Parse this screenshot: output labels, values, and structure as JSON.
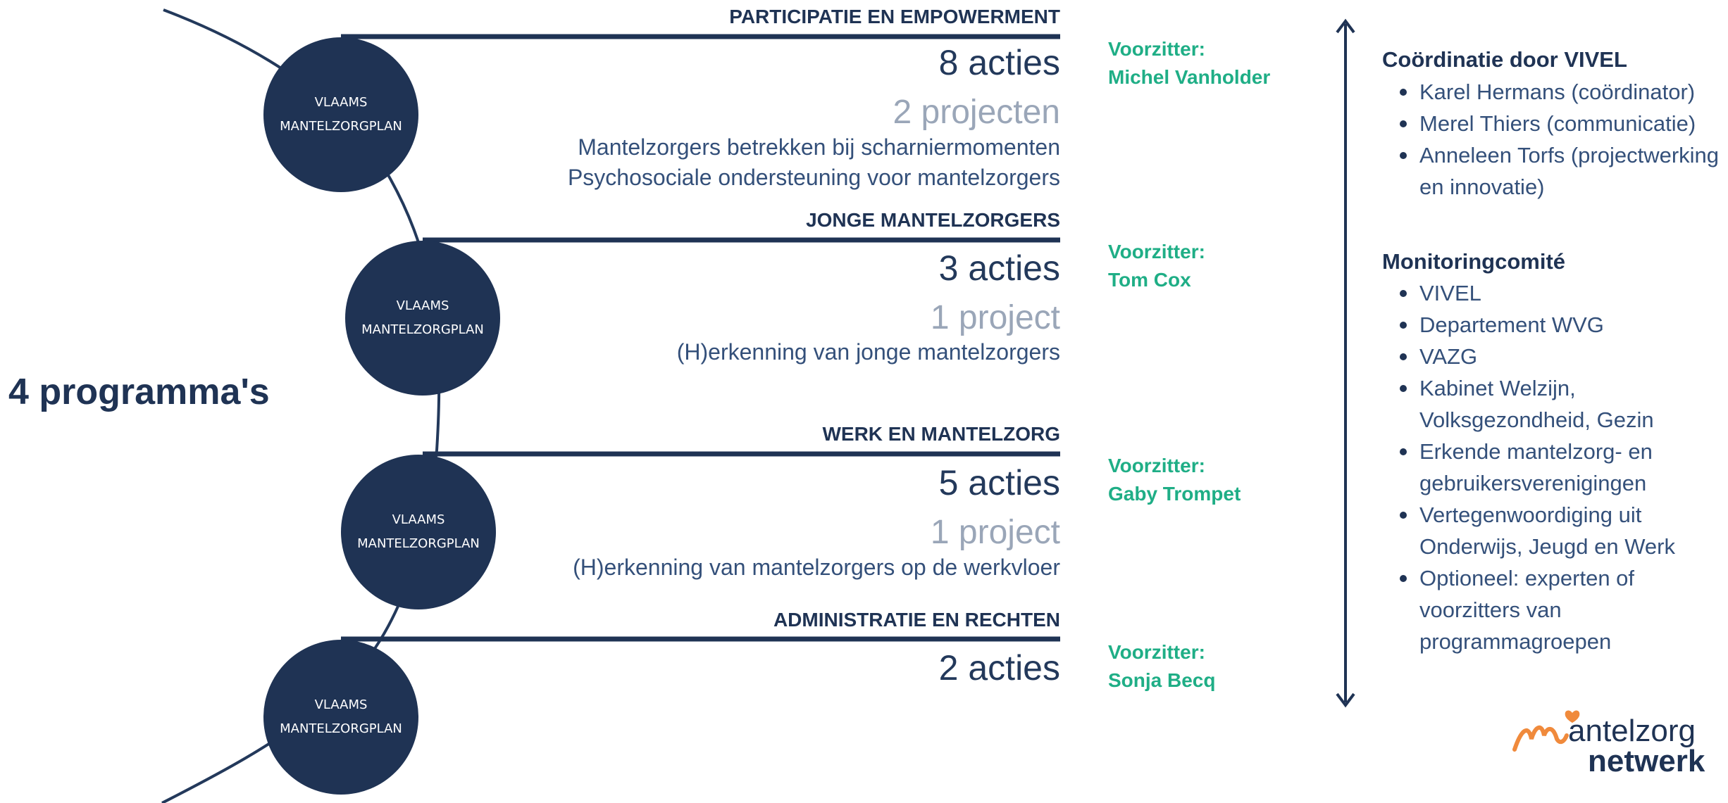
{
  "title": "4 programma's",
  "circle_label": [
    "VLAAMS",
    "MANTELZORGPLAN"
  ],
  "programs": [
    {
      "name": "PARTICIPATIE EN EMPOWERMENT",
      "acties": "8 acties",
      "projects": "2 projecten",
      "project_names": [
        "Mantelzorgers betrekken bij scharniermomenten",
        "Psychosociale ondersteuning voor mantelzorgers"
      ],
      "chair_label": "Voorzitter:",
      "chair_name": "Michel Vanholder"
    },
    {
      "name": "JONGE MANTELZORGERS",
      "acties": "3 acties",
      "projects": "1 project",
      "project_names": [
        "(H)erkenning van  jonge mantelzorgers"
      ],
      "chair_label": "Voorzitter:",
      "chair_name": "Tom Cox"
    },
    {
      "name": "WERK EN MANTELZORG",
      "acties": "5 acties",
      "projects": "1 project",
      "project_names": [
        "(H)erkenning van mantelzorgers op de werkvloer"
      ],
      "chair_label": "Voorzitter:",
      "chair_name": "Gaby Trompet"
    },
    {
      "name": "ADMINISTRATIE EN RECHTEN",
      "acties": "2 acties",
      "projects": "",
      "project_names": [],
      "chair_label": "Voorzitter:",
      "chair_name": "Sonja Becq"
    }
  ],
  "coordination": {
    "heading": "Coördinatie door VIVEL",
    "items": [
      "Karel Hermans (coördinator)",
      "Merel Thiers (communicatie)",
      "Anneleen Torfs (projectwerking en innovatie)"
    ]
  },
  "monitoring": {
    "heading": "Monitoringcomité",
    "items": [
      "VIVEL",
      "Departement WVG",
      "VAZG",
      "Kabinet Welzijn, Volksgezondheid, Gezin",
      "Erkende mantelzorg- en gebruikersverenigingen",
      "Vertegenwoordiging uit Onderwijs, Jeugd en Werk",
      "Optioneel: experten of voorzitters van programmagroepen"
    ]
  },
  "logo": {
    "line1": "antelzorg",
    "line2": "netwerk",
    "accent_color": "#f08a3c"
  },
  "colors": {
    "navy": "#1f3354",
    "green": "#1fae86",
    "grey": "#9aa6b8"
  }
}
